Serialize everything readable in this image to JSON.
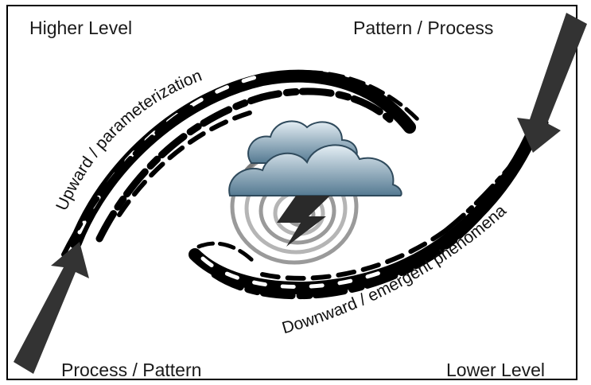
{
  "labels": {
    "top_left": "Higher Level",
    "top_right": "Pattern / Process",
    "bottom_left": "Process / Pattern",
    "bottom_right": "Lower Level",
    "upward": "Upward / parameterization",
    "downward": "Downward / emergent phenomena"
  },
  "icons": {
    "center": "storm-cloud-icon",
    "up_arrow": "arrow-up-right-icon",
    "down_arrow": "arrow-down-left-icon"
  },
  "colors": {
    "ink": "#000000",
    "arrow": "#333333",
    "cloud_top": "#d9e6ee",
    "cloud_bottom": "#5a7e95",
    "spiral": "#9a9a9a",
    "bolt": "#2a2a2a"
  }
}
